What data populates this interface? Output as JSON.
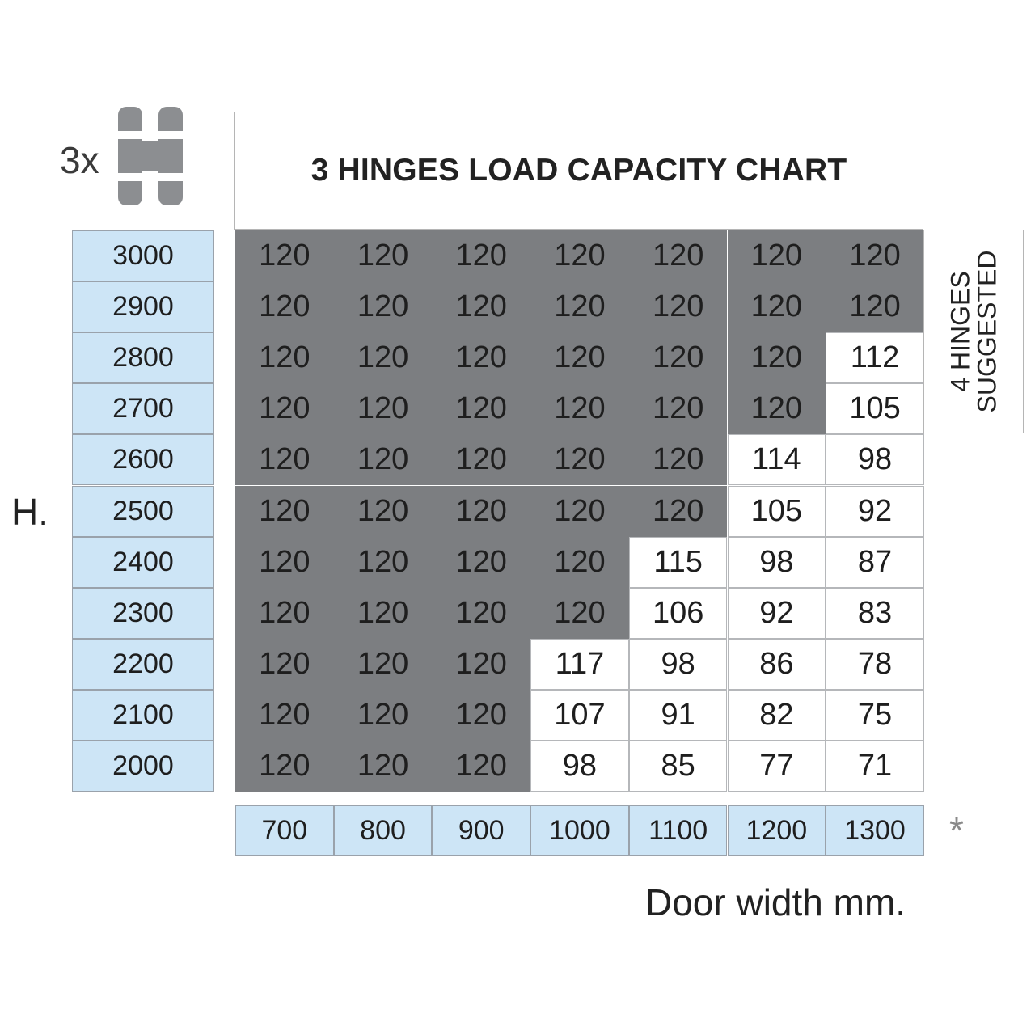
{
  "header": {
    "multiplier": "3x",
    "hinge_icon": "hinge-icon",
    "title": "3 HINGES LOAD CAPACITY CHART"
  },
  "side_note": "4 HINGES\nSUGGESTED",
  "y_label": "H.",
  "x_label": "Door width mm.",
  "asterisk": "*",
  "colors": {
    "header_fill": "#cde5f6",
    "max_fill": "#7c7e81",
    "value_fill": "#ffffff"
  },
  "chart_data": {
    "type": "table",
    "title": "3 HINGES LOAD CAPACITY CHART",
    "ylabel": "H.",
    "xlabel": "Door width mm.",
    "columns": [
      "700",
      "800",
      "900",
      "1000",
      "1100",
      "1200",
      "1300"
    ],
    "rows": [
      {
        "height": "3000",
        "values": [
          120,
          120,
          120,
          120,
          120,
          120,
          120
        ],
        "max": [
          true,
          true,
          true,
          true,
          true,
          true,
          true
        ]
      },
      {
        "height": "2900",
        "values": [
          120,
          120,
          120,
          120,
          120,
          120,
          120
        ],
        "max": [
          true,
          true,
          true,
          true,
          true,
          true,
          true
        ]
      },
      {
        "height": "2800",
        "values": [
          120,
          120,
          120,
          120,
          120,
          120,
          112
        ],
        "max": [
          true,
          true,
          true,
          true,
          true,
          true,
          false
        ]
      },
      {
        "height": "2700",
        "values": [
          120,
          120,
          120,
          120,
          120,
          120,
          105
        ],
        "max": [
          true,
          true,
          true,
          true,
          true,
          true,
          false
        ]
      },
      {
        "height": "2600",
        "values": [
          120,
          120,
          120,
          120,
          120,
          114,
          98
        ],
        "max": [
          true,
          true,
          true,
          true,
          true,
          false,
          false
        ]
      },
      {
        "height": "2500",
        "values": [
          120,
          120,
          120,
          120,
          120,
          105,
          92
        ],
        "max": [
          true,
          true,
          true,
          true,
          true,
          false,
          false
        ]
      },
      {
        "height": "2400",
        "values": [
          120,
          120,
          120,
          120,
          115,
          98,
          87
        ],
        "max": [
          true,
          true,
          true,
          true,
          false,
          false,
          false
        ]
      },
      {
        "height": "2300",
        "values": [
          120,
          120,
          120,
          120,
          106,
          92,
          83
        ],
        "max": [
          true,
          true,
          true,
          true,
          false,
          false,
          false
        ]
      },
      {
        "height": "2200",
        "values": [
          120,
          120,
          120,
          117,
          98,
          86,
          78
        ],
        "max": [
          true,
          true,
          true,
          false,
          false,
          false,
          false
        ]
      },
      {
        "height": "2100",
        "values": [
          120,
          120,
          120,
          107,
          91,
          82,
          75
        ],
        "max": [
          true,
          true,
          true,
          false,
          false,
          false,
          false
        ]
      },
      {
        "height": "2000",
        "values": [
          120,
          120,
          120,
          98,
          85,
          77,
          71
        ],
        "max": [
          true,
          true,
          true,
          false,
          false,
          false,
          false
        ]
      }
    ]
  }
}
